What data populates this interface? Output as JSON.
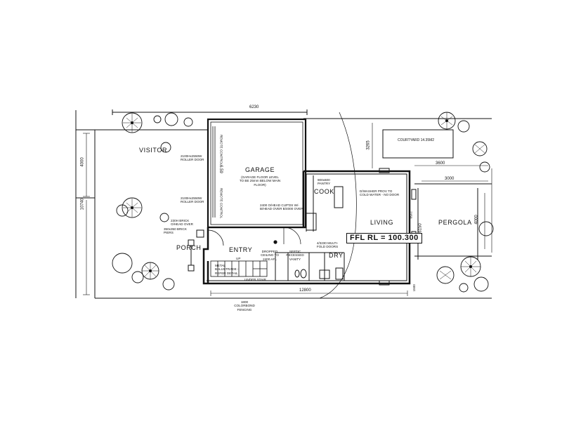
{
  "rooms": {
    "visitor": "VISITOR",
    "garage": "GARAGE",
    "living": "LIVING",
    "pergola": "PERGOLA",
    "porch": "PORCH",
    "entry": "ENTRY",
    "cook": "COOK",
    "dry": "DRY"
  },
  "notes": {
    "garage_floor": "(GARAGE FLOOR LEVEL TO BE 25mm BELOW MAIN FLOOR)",
    "roller_door_1": "2100Hx2550W ROLLER DOOR",
    "roller_door_2": "2100Hx2550W ROLLER DOOR",
    "remote_control_1": "REMOTE CONTROL",
    "remote_control_2": "REMOTE CONTROL",
    "courtyard": "COURTYARD 14.35M2",
    "head_over": "2400 O/HEAD CUP'DS W/- B/HEAD OVER B/4000 OVER",
    "dishwasher": "D/WASHER PROV TO COLD WATER - NO DOOR",
    "pantry": "900x600 PANTRY",
    "brick_head": "230H BRICK O/HEAD OVER",
    "brick_piers": "350x350 BRICK PIERS",
    "balustrade": "METAL BALUSTRADE - REFER DETAIL",
    "up": "UP",
    "under_stair": "UNDER STAIR",
    "dropped_ceiling": "DROPPED CEILING TO 2400 AFL",
    "recessed_vanity": "SEPTIC RECESSED VANITY",
    "multi_fold": "4/3230 MULTI-FOLD DOORS",
    "fencing": "1800 COLORBOND FENCING",
    "ffl": "FFL RL = 100.300"
  },
  "dimensions": {
    "top": "6230",
    "bottom": "12800",
    "left_upper": "4000",
    "left_lower": "10740",
    "courtyard_depth": "3265",
    "garage_depth": "6.59",
    "right_upper": "3600",
    "right_mid": "3000",
    "right_outer": "4000",
    "living_depth": "6150",
    "pergola_side": "2150",
    "bottom_side": "1500"
  }
}
